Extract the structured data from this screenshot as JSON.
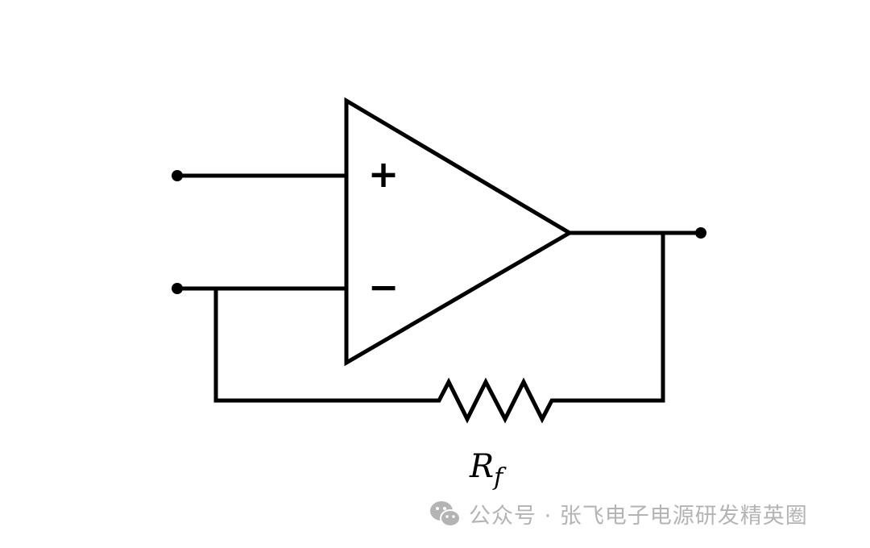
{
  "diagram": {
    "title": "Op-amp with feedback resistor",
    "plus_sign": "+",
    "minus_sign": "−",
    "resistor_label": "R",
    "resistor_subscript": "f"
  },
  "watermark": {
    "icon": "wechat-icon",
    "text": "公众号 · 张飞电子电源研发精英圈"
  }
}
